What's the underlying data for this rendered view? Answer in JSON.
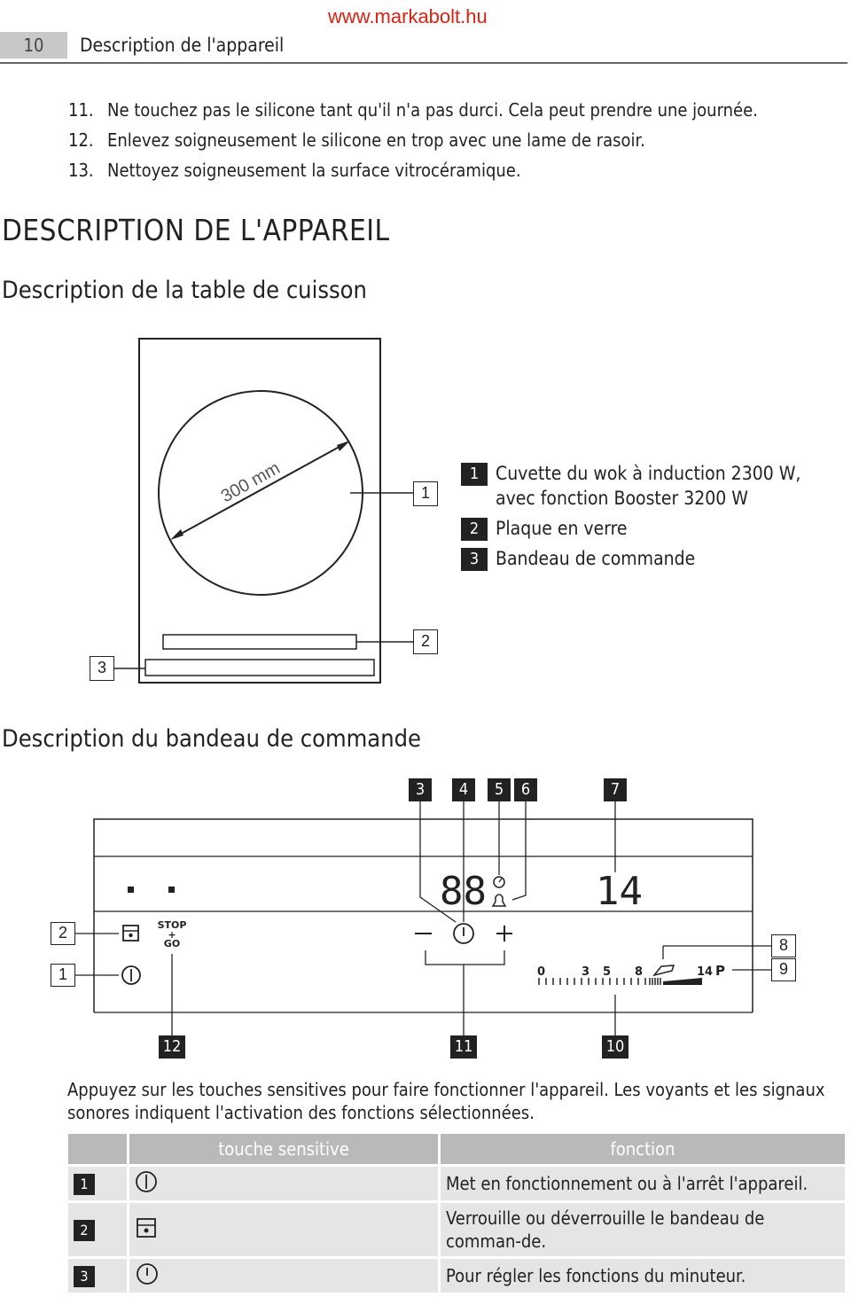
{
  "header": {
    "page_number": "10",
    "section": "Description de l'appareil",
    "site": "www.markabolt.hu"
  },
  "steps": [
    {
      "num": "11.",
      "text": "Ne touchez pas le silicone tant qu'il n'a pas durci. Cela peut prendre une journée."
    },
    {
      "num": "12.",
      "text": "Enlevez soigneusement le silicone en trop avec une lame de rasoir."
    },
    {
      "num": "13.",
      "text": "Nettoyez soigneusement la surface vitrocéramique."
    }
  ],
  "title": "DESCRIPTION DE L'APPAREIL",
  "cooktop": {
    "heading": "Description de la table de cuisson",
    "dimension": "300 mm",
    "callouts": [
      "1",
      "2",
      "3"
    ],
    "legend": [
      {
        "num": "1",
        "line1": "Cuvette du wok à induction 2300 W,",
        "line2": "avec fonction Booster 3200 W"
      },
      {
        "num": "2",
        "line1": "Plaque en verre"
      },
      {
        "num": "3",
        "line1": "Bandeau de commande"
      }
    ]
  },
  "panel": {
    "heading": "Description du bandeau de commande",
    "top_callouts": [
      "3",
      "4",
      "5",
      "6",
      "7"
    ],
    "left_callouts": [
      "2",
      "1"
    ],
    "right_callouts": [
      "8",
      "9"
    ],
    "bottom_callouts": [
      "12",
      "11",
      "10"
    ],
    "timer_display": "88",
    "level_display": "14",
    "stop_go": [
      "STOP",
      "+",
      "GO"
    ],
    "minus": "−",
    "plus": "+",
    "scale_labels": [
      "0",
      "3",
      "5",
      "8",
      "14",
      "P"
    ]
  },
  "intro": "Appuyez sur les touches sensitives pour faire fonctionner l'appareil. Les voyants et les signaux sonores indiquent l'activation des fonctions sélectionnées.",
  "table": {
    "headers": [
      "",
      "touche sensitive",
      "fonction"
    ],
    "rows": [
      {
        "num": "1",
        "icon": "power-icon",
        "text": "Met en fonctionnement ou à l'arrêt l'appareil."
      },
      {
        "num": "2",
        "icon": "lock-icon",
        "text": "Verrouille ou déverrouille le bandeau de comman-de."
      },
      {
        "num": "3",
        "icon": "timer-icon",
        "text": "Pour régler les fonctions du minuteur."
      }
    ]
  }
}
